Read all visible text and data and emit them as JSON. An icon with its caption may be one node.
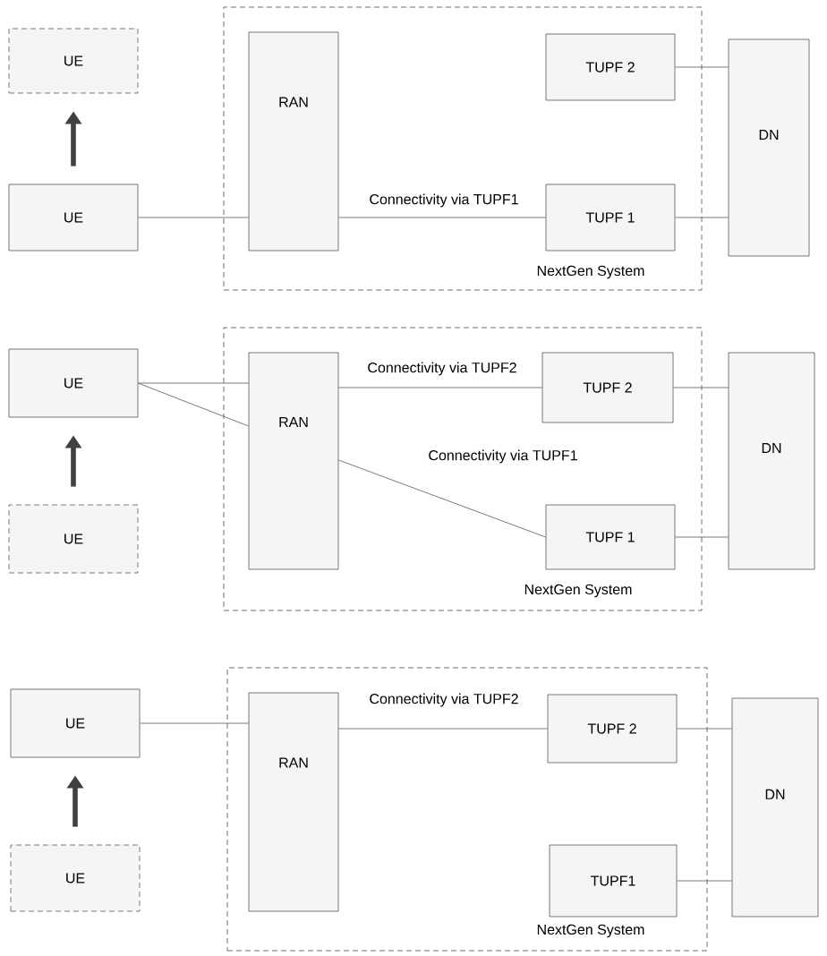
{
  "diagram": {
    "nodes": [
      {
        "text": [
          "UE"
        ]
      },
      {
        "text": [
          "UE"
        ]
      },
      {
        "text": [
          "NextGen System"
        ]
      },
      {
        "text": [
          "RAN"
        ],
        "in": 2
      },
      {
        "text": [
          "TUPF 2"
        ],
        "in": 2
      },
      {
        "text": [
          "TUPF 1"
        ],
        "in": 2
      },
      {
        "text": [
          "DN"
        ]
      },
      {
        "text": [
          "UE"
        ]
      },
      {
        "text": [
          "UE"
        ]
      },
      {
        "text": [
          "NextGen System"
        ]
      },
      {
        "text": [
          "RAN"
        ],
        "in": 9
      },
      {
        "text": [
          "TUPF 2"
        ],
        "in": 9
      },
      {
        "text": [
          "TUPF 1"
        ],
        "in": 9
      },
      {
        "text": [
          "DN"
        ]
      },
      {
        "text": [
          "UE"
        ]
      },
      {
        "text": [
          "UE"
        ]
      },
      {
        "text": [
          "NextGen System"
        ]
      },
      {
        "text": [
          "RAN"
        ],
        "in": 16
      },
      {
        "text": [
          "TUPF 2"
        ],
        "in": 16
      },
      {
        "text": [
          "TUPF1"
        ],
        "in": 16
      },
      {
        "text": [
          "DN"
        ]
      }
    ],
    "edges": [
      {
        "from": 1,
        "to": 0,
        "arrow": "to",
        "style": "thick"
      },
      {
        "from": 1,
        "to": 3,
        "arrow": "none"
      },
      {
        "from": 3,
        "to": 5,
        "arrow": "none",
        "label": "Connectivity via TUPF1"
      },
      {
        "from": 4,
        "to": 6,
        "arrow": "none"
      },
      {
        "from": 5,
        "to": 6,
        "arrow": "none"
      },
      {
        "from": 8,
        "to": 7,
        "arrow": "to",
        "style": "thick"
      },
      {
        "from": 7,
        "to": 10,
        "arrow": "none"
      },
      {
        "from": 10,
        "to": 11,
        "arrow": "none",
        "label": "Connectivity via TUPF2"
      },
      {
        "from": 7,
        "to": 10,
        "arrow": "none"
      },
      {
        "from": 10,
        "to": 12,
        "arrow": "none",
        "label": "Connectivity via TUPF1"
      },
      {
        "from": 11,
        "to": 13,
        "arrow": "none"
      },
      {
        "from": 12,
        "to": 13,
        "arrow": "none"
      },
      {
        "from": 15,
        "to": 14,
        "arrow": "to",
        "style": "thick"
      },
      {
        "from": 14,
        "to": 17,
        "arrow": "none"
      },
      {
        "from": 17,
        "to": 18,
        "arrow": "none",
        "label": "Connectivity via TUPF2"
      },
      {
        "from": 18,
        "to": 20,
        "arrow": "none"
      },
      {
        "from": 19,
        "to": 20,
        "arrow": "none"
      }
    ]
  }
}
